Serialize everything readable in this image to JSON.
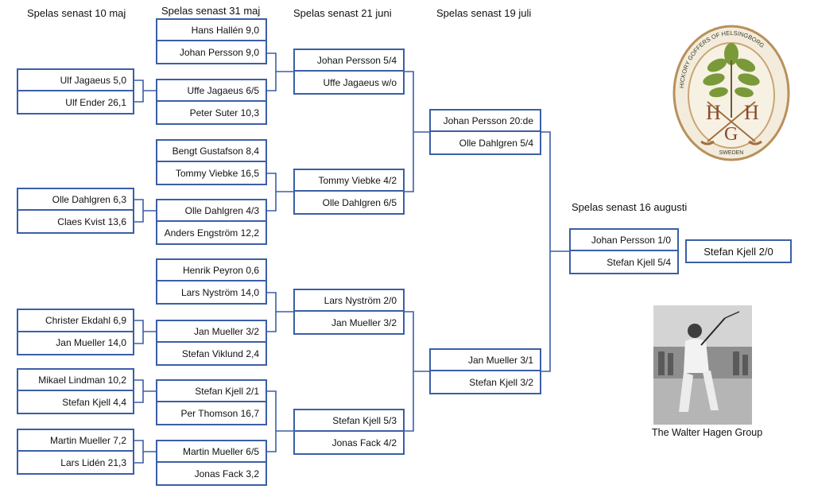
{
  "headers": {
    "r1": "Spelas senast 10 maj",
    "r2": "Spelas senast 31 maj",
    "r3": "Spelas senast 21 juni",
    "r4": "Spelas senast 19 juli",
    "r5": "Spelas senast 16 augusti"
  },
  "round1": [
    [
      "Ulf Jagaeus 5,0",
      "Ulf Ender 26,1"
    ],
    [
      "Olle Dahlgren 6,3",
      "Claes Kvist 13,6"
    ],
    [
      "Christer Ekdahl  6,9",
      "Jan Mueller 14,0"
    ],
    [
      "Mikael Lindman 10,2",
      "Stefan Kjell 4,4"
    ],
    [
      "Martin Mueller 7,2",
      "Lars Lidén 21,3"
    ]
  ],
  "round2": [
    [
      "Hans Hallén 9,0",
      "Johan Persson 9,0"
    ],
    [
      "Uffe Jagaeus 6/5",
      "Peter Suter 10,3"
    ],
    [
      "Bengt Gustafson 8,4",
      "Tommy Viebke 16,5"
    ],
    [
      "Olle Dahlgren 4/3",
      "Anders Engström 12,2"
    ],
    [
      "Henrik Peyron 0,6",
      "Lars Nyström 14,0"
    ],
    [
      "Jan Mueller 3/2",
      "Stefan Viklund 2,4"
    ],
    [
      "Stefan Kjell 2/1",
      "Per Thomson 16,7"
    ],
    [
      "Martin Mueller 6/5",
      "Jonas Fack 3,2"
    ]
  ],
  "round3": [
    [
      "Johan Persson 5/4",
      "Uffe Jagaeus w/o"
    ],
    [
      "Tommy Viebke 4/2",
      "Olle Dahlgren 6/5"
    ],
    [
      "Lars Nyström 2/0",
      "Jan Mueller 3/2"
    ],
    [
      "Stefan Kjell 5/3",
      "Jonas Fack 4/2"
    ]
  ],
  "round4": [
    [
      "Johan Persson 20:de",
      "Olle Dahlgren 5/4"
    ],
    [
      "Jan Mueller 3/1",
      "Stefan Kjell 3/2"
    ]
  ],
  "round5": [
    [
      "Johan Persson 1/0",
      "Stefan Kjell 5/4"
    ]
  ],
  "winner": "Stefan Kjell 2/0",
  "logo": {
    "arc_text": "HICKORY GOFFERS OF HELSINGBORG",
    "letters": "H H G",
    "country": "SWEDEN"
  },
  "photo_caption": "The Walter Hagen Group",
  "colors": {
    "box_border": "#3b5fa6",
    "logo_ring": "#b8905a",
    "logo_fill": "#f3ecdc",
    "leaf": "#7a9a3a",
    "letter": "#8a4a2a"
  }
}
